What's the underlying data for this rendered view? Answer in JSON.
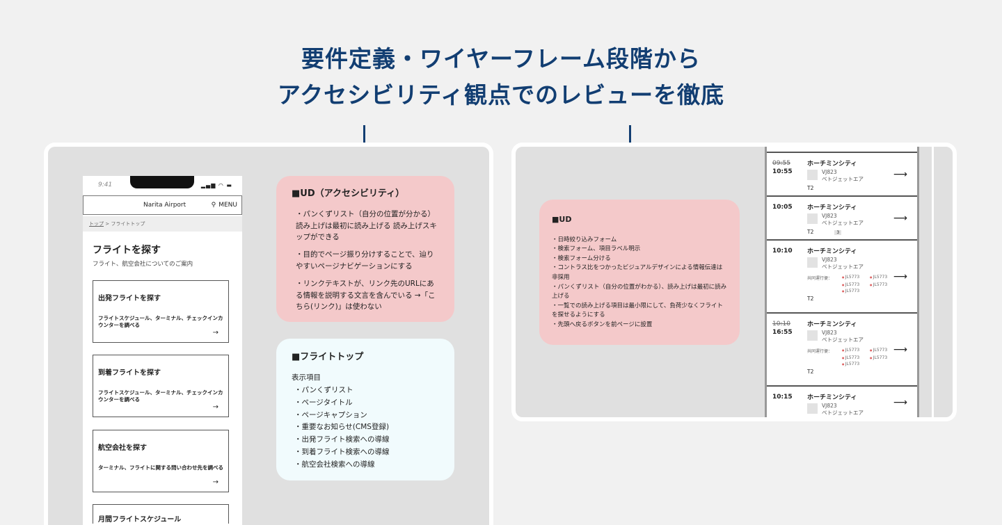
{
  "heading": {
    "line1": "要件定義・ワイヤーフレーム段階から",
    "line2": "アクセシビリティ観点でのレビューを徹底"
  },
  "phone": {
    "time": "9:41",
    "signal": "▂▄▆ ◠ ▬",
    "site": "Narita Airport",
    "menu": "MENU",
    "breadcrumb_home": "トップ",
    "breadcrumb_sep": " > ",
    "breadcrumb_current": "フライトトップ",
    "title": "フライトを探す",
    "caption": "フライト、航空会社についてのご案内",
    "cards": [
      {
        "title": "出発フライトを探す",
        "desc": "フライトスケジュール、ターミナル、チェックインカウンターを調べる"
      },
      {
        "title": "到着フライトを探す",
        "desc": "フライトスケジュール、ターミナル、チェックインカウンターを調べる"
      },
      {
        "title": "航空会社を探す",
        "desc": "ターミナル、フライトに関する問い合わせ先を調べる"
      },
      {
        "title": "月間フライトスケジュール",
        "desc": ""
      }
    ],
    "arrow": "→"
  },
  "note_ud_left": {
    "title": "■UD（アクセシビリティ）",
    "items": [
      "パンくずリスト（自分の位置が分かる）読み上げは最初に読み上げる 読み上げスキップができる",
      "目的でページ振り分けすることで、辿りやすいページナビゲーションにする",
      "リンクテキストが、リンク先のURLにある情報を説明する文言を含んでいる →「こちら(リンク)」は使わない"
    ]
  },
  "note_flight_top": {
    "title": "■フライトトップ",
    "subtitle": "表示項目",
    "items": [
      "パンくずリスト",
      "ページタイトル",
      "ページキャプション",
      "重要なお知らせ(CMS登録)",
      "出発フライト検索への導線",
      "到着フライト検索への導線",
      "航空会社検索への導線"
    ]
  },
  "note_ud_right": {
    "title": "■UD",
    "items": [
      "・日時絞り込みフォーム",
      "・検索フォーム、項目ラベル明示",
      "・検索フォーム分ける",
      "・コントラス比をつかったビジュアルデザインによる情報伝達は非採用",
      "・パンくずリスト（自分の位置がわかる）、読み上げは最初に読み上げる",
      "・一覧での読み上げる項目は最小限にして、負荷少なくフライトを探せるようにする",
      "・先頭へ戻るボタンを前ページに設置"
    ]
  },
  "flights": {
    "codeshare_label": "共同運行便：",
    "codeshare": "JL5773",
    "rows": [
      {
        "old": "09:55",
        "time": "10:55",
        "dest": "ホーチミンシティ",
        "flight": "VJ823",
        "airline": "ベトジェットエア",
        "term": "T2",
        "badge": "",
        "cs": false
      },
      {
        "old": "",
        "time": "10:05",
        "dest": "ホーチミンシティ",
        "flight": "VJ823",
        "airline": "ベトジェットエア",
        "term": "T2",
        "badge": "3",
        "cs": false
      },
      {
        "old": "",
        "time": "10:10",
        "dest": "ホーチミンシティ",
        "flight": "VJ823",
        "airline": "ベトジェットエア",
        "term": "T2",
        "badge": "",
        "cs": true
      },
      {
        "old": "10:10",
        "time": "16:55",
        "dest": "ホーチミンシティ",
        "flight": "VJ823",
        "airline": "ベトジェットエア",
        "term": "T2",
        "badge": "",
        "cs": true
      },
      {
        "old": "",
        "time": "10:15",
        "dest": "ホーチミンシティ",
        "flight": "VJ823",
        "airline": "ベトジェットエア",
        "term": "",
        "badge": "",
        "cs": false
      }
    ]
  }
}
